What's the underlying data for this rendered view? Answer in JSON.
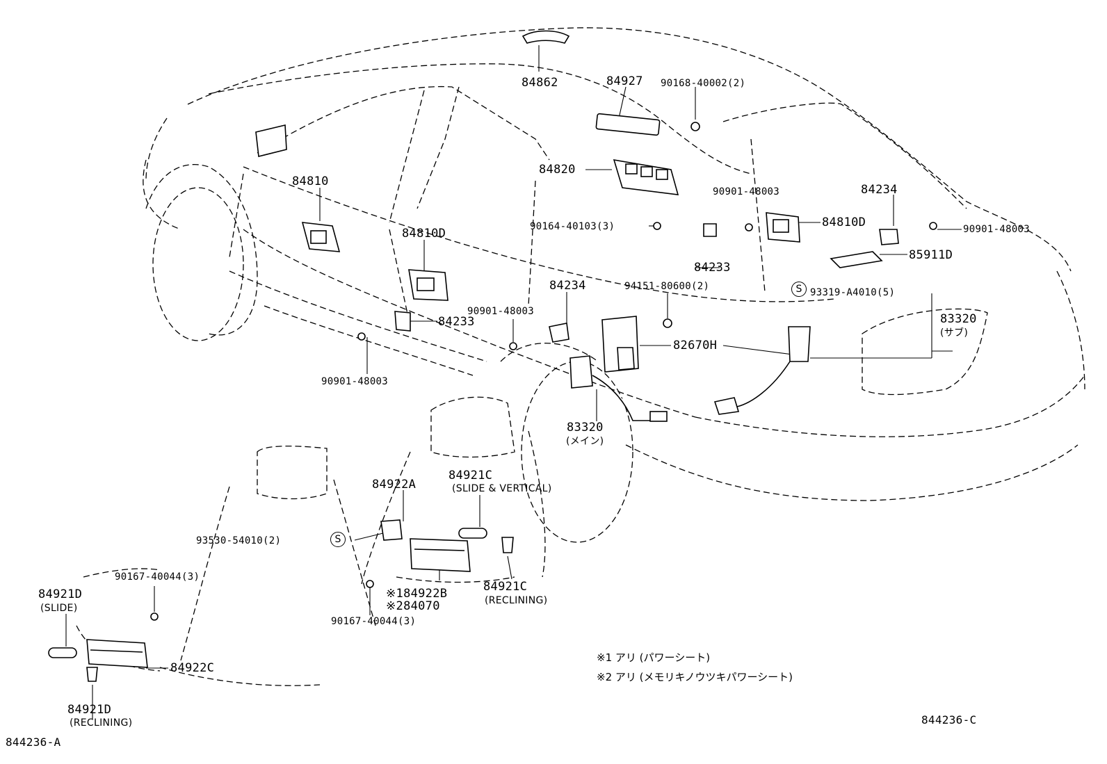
{
  "parts": {
    "p84862": "84862",
    "p84927": "84927",
    "p90168_40002": "90168-40002(2)",
    "p84820": "84820",
    "p84810": "84810",
    "p84810D_left": "84810D",
    "p84810D_right": "84810D",
    "p90901_48003_center": "90901-48003",
    "p84234_right": "84234",
    "p90901_48003_right": "90901-48003",
    "p90164_40103": "90164-40103(3)",
    "p84233_right": "84233",
    "p85911D": "85911D",
    "p94151_80600": "94151-80600(2)",
    "p93319_A4010": "93319-A4010(5)",
    "p84234_center": "84234",
    "p90901_48003_mid": "90901-48003",
    "p84233_left": "84233",
    "p83320_sub": "83320",
    "p83320_sub_note": "(サブ)",
    "p82670H": "82670H",
    "p90901_48003_left": "90901-48003",
    "p83320_main": "83320",
    "p83320_main_note": "(メイン)",
    "p84921C_slide": "84921C",
    "p84921C_slide_note": "(SLIDE & VERTICAL)",
    "p84922A": "84922A",
    "p93530_54010": "93530-54010(2)",
    "p90167_40044_top": "90167-40044(3)",
    "p84921D_slide": "84921D",
    "p84921D_slide_note": "(SLIDE)",
    "p84922B": "※184922B",
    "p84070": "※284070",
    "p84921C_recl": "84921C",
    "p84921C_recl_note": "(RECLINING)",
    "p90167_40044_bottom": "90167-40044(3)",
    "p84922C": "84922C",
    "p84921D_recl": "84921D",
    "p84921D_recl_note": "(RECLINING)",
    "s_marker": "S"
  },
  "notes": {
    "note1": "※1 アリ (パワーシート)",
    "note2": "※2 アリ (メモリキノウツキパワーシート)"
  },
  "codes": {
    "left": "844236-A",
    "right": "844236-C"
  }
}
